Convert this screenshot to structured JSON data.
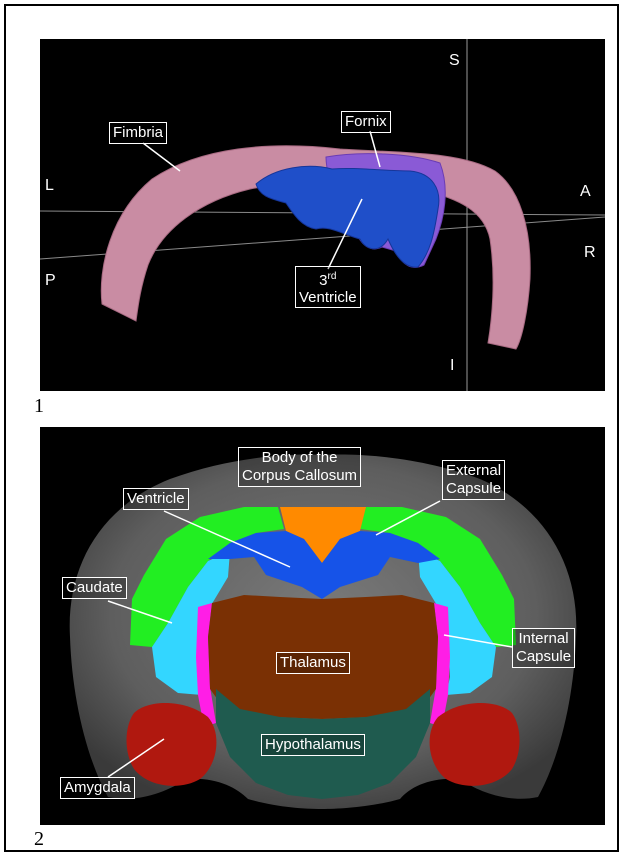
{
  "panel1": {
    "number": "1",
    "labels": {
      "fimbria": "Fimbria",
      "fornix": "Fornix",
      "ventricle_num": "3",
      "ventricle_sup": "rd",
      "ventricle_word": "Ventricle"
    },
    "axes": {
      "s": "S",
      "i": "I",
      "l": "L",
      "a": "A",
      "p": "P",
      "r": "R"
    },
    "colors": {
      "fimbria": "#c98ca3",
      "fornix": "#8a5ad6",
      "ventricle": "#1f4fc9"
    }
  },
  "panel2": {
    "number": "2",
    "labels": {
      "body_line1": "Body of the",
      "body_line2": "Corpus Callosum",
      "external_line1": "External",
      "external_line2": "Capsule",
      "ventricle": "Ventricle",
      "caudate": "Caudate",
      "internal_line1": "Internal",
      "internal_line2": "Capsule",
      "thalamus": "Thalamus",
      "hypothalamus": "Hypothalamus",
      "amygdala": "Amygdala"
    },
    "colors": {
      "corpus_callosum": "#ff8a00",
      "external_capsule": "#22ee22",
      "ventricle": "#1653e8",
      "caudate": "#33d6ff",
      "internal_capsule": "#ff1ee6",
      "thalamus": "#7a3004",
      "hypothalamus": "#1f5b4f",
      "amygdala": "#b0180f"
    }
  }
}
